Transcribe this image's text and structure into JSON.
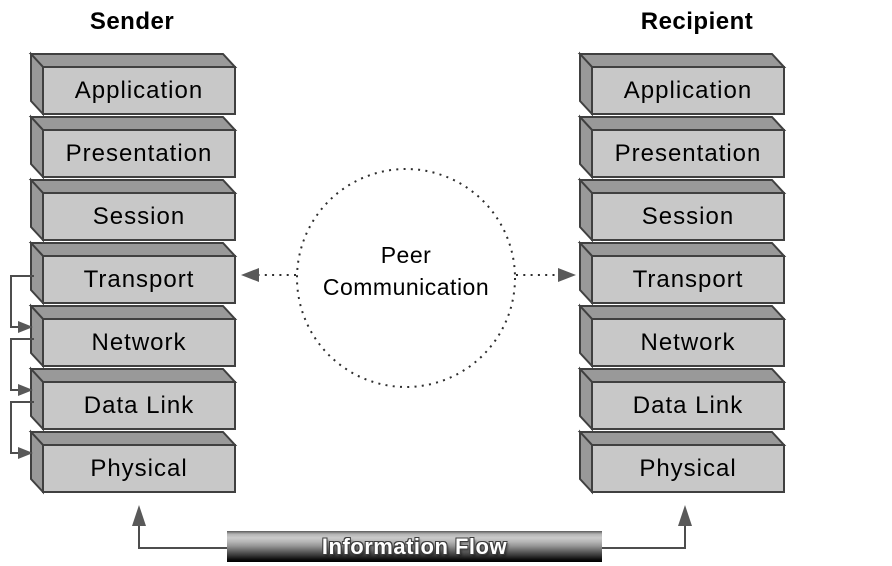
{
  "diagram": {
    "sender": {
      "title": "Sender"
    },
    "recipient": {
      "title": "Recipient"
    },
    "layers": [
      "Application",
      "Presentation",
      "Session",
      "Transport",
      "Network",
      "Data Link",
      "Physical"
    ],
    "peer_communication": {
      "line1": "Peer",
      "line2": "Communication"
    },
    "information_flow": {
      "label": "Information Flow"
    }
  },
  "colors": {
    "background": "#ffffff",
    "box_front": "#c8c8c8",
    "box_side": "#999999",
    "box_border": "#404040",
    "connector_line": "#4d4d4d",
    "arrowhead": "#595959",
    "dot": "#2e2e2e",
    "label_text": "#000000",
    "bar_text": "#ffffff"
  }
}
